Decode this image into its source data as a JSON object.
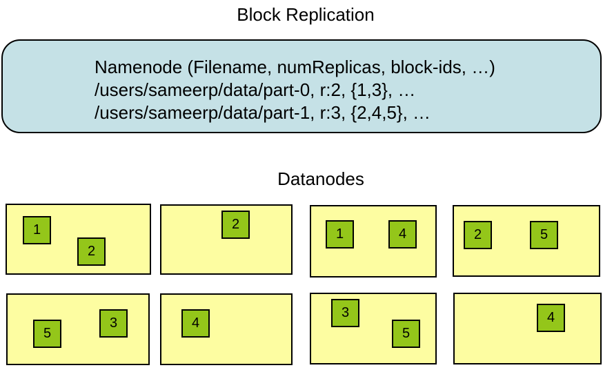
{
  "title": "Block Replication",
  "namenode": {
    "lines": [
      "Namenode (Filename, numReplicas, block-ids, …)",
      "/users/sameerp/data/part-0, r:2, {1,3}, …",
      "/users/sameerp/data/part-1, r:3, {2,4,5}, …"
    ]
  },
  "datanodes_heading": "Datanodes",
  "datanodes": [
    {
      "blocks": [
        {
          "label": "1"
        },
        {
          "label": "2"
        }
      ]
    },
    {
      "blocks": [
        {
          "label": "2"
        }
      ]
    },
    {
      "blocks": [
        {
          "label": "1"
        },
        {
          "label": "4"
        }
      ]
    },
    {
      "blocks": [
        {
          "label": "2"
        },
        {
          "label": "5"
        }
      ]
    },
    {
      "blocks": [
        {
          "label": "5"
        },
        {
          "label": "3"
        }
      ]
    },
    {
      "blocks": [
        {
          "label": "4"
        }
      ]
    },
    {
      "blocks": [
        {
          "label": "3"
        },
        {
          "label": "5"
        }
      ]
    },
    {
      "blocks": [
        {
          "label": "4"
        }
      ]
    }
  ],
  "colors": {
    "namenode_fill": "#c5e1e6",
    "datanode_fill": "#fdfda1",
    "block_fill": "#94c61a",
    "border_color": "#000000"
  }
}
